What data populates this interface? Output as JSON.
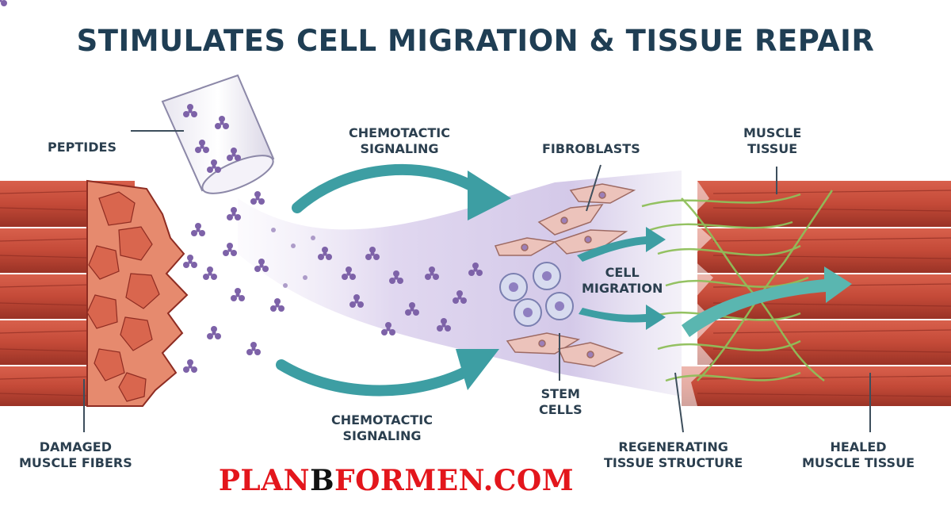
{
  "title": "STIMULATES CELL MIGRATION & TISSUE REPAIR",
  "labels": {
    "peptides": "PEPTIDES",
    "chemotactic_top": [
      "CHEMOTACTIC",
      "SIGNALING"
    ],
    "chemotactic_bottom": [
      "CHEMOTACTIC",
      "SIGNALING"
    ],
    "fibroblasts": "FIBROBLASTS",
    "muscle_tissue": [
      "MUSCLE",
      "TISSUE"
    ],
    "cell_migration": [
      "CELL",
      "MIGRATION"
    ],
    "stem_cells": [
      "STEM",
      "CELLS"
    ],
    "damaged_fibers": [
      "DAMAGED",
      "MUSCLE FIBERS"
    ],
    "regenerating": [
      "REGENERATING",
      "TISSUE STRUCTURE"
    ],
    "healed": [
      "HEALED",
      "MUSCLE TISSUE"
    ]
  },
  "brand": {
    "part1": "PLAN",
    "part2": "B",
    "part3": "FORMEN.COM"
  },
  "colors": {
    "title": "#1f3e54",
    "label": "#2b3f4f",
    "muscle": "#c64a3a",
    "muscle_dark": "#8e2c22",
    "damage": "#e07a60",
    "peptide": "#7d62a8",
    "arrow": "#3d9ea3",
    "fiber_green": "#8fbf5a",
    "brand_red": "#e3161c",
    "brand_black": "#111111"
  }
}
